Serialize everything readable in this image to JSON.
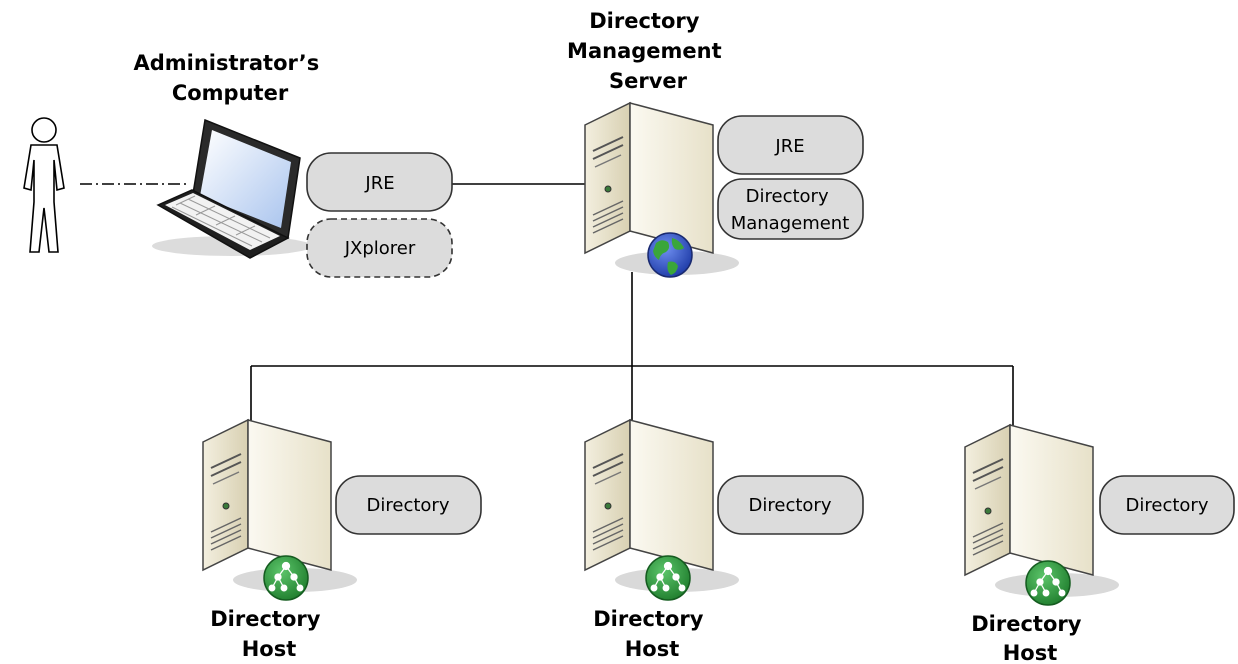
{
  "labels": {
    "admin_computer": [
      "Administrator’s",
      "Computer"
    ],
    "mgmt_server": [
      "Directory",
      "Management",
      "Server"
    ],
    "host_1": [
      "Directory",
      "Host"
    ],
    "host_2": [
      "Directory",
      "Host"
    ],
    "host_3": [
      "Directory",
      "Host"
    ]
  },
  "components": {
    "laptop_jre": "JRE",
    "laptop_jxplorer": "JXplorer",
    "server_jre": "JRE",
    "server_dm": [
      "Directory",
      "Management"
    ],
    "host_1_dir": "Directory",
    "host_2_dir": "Directory",
    "host_3_dir": "Directory"
  },
  "colors": {
    "pill_fill": "#dcdcdc",
    "server_body": "#ece6cf",
    "globe_blue": "#2c52c8",
    "globe_green": "#3aa63a",
    "directory_badge": "#2e9e3a"
  }
}
